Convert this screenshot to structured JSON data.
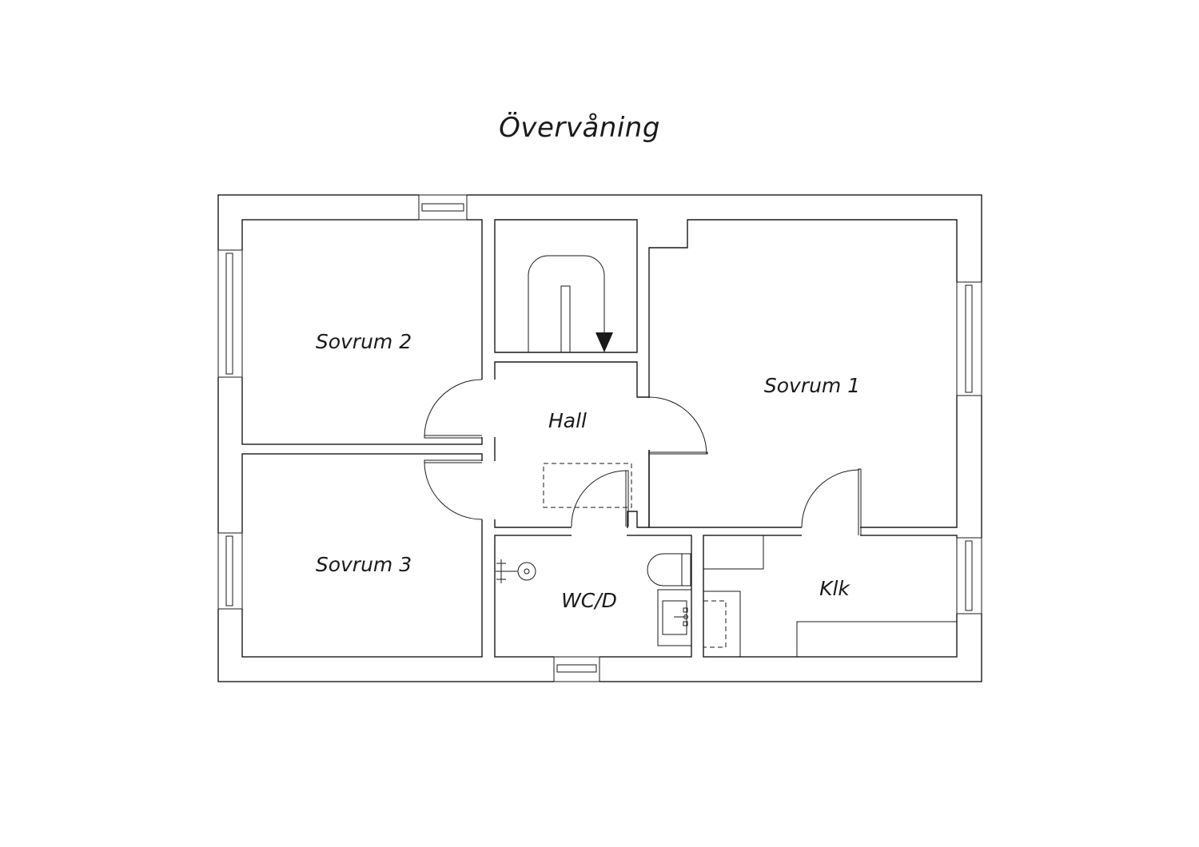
{
  "title": "Övervåning",
  "rooms": {
    "sovrum2": "Sovrum 2",
    "sovrum3": "Sovrum 3",
    "hall": "Hall",
    "sovrum1": "Sovrum 1",
    "wc": "WC/D",
    "klk": "Klk"
  },
  "colors": {
    "line": "#1a1a1a",
    "background": "#ffffff"
  }
}
